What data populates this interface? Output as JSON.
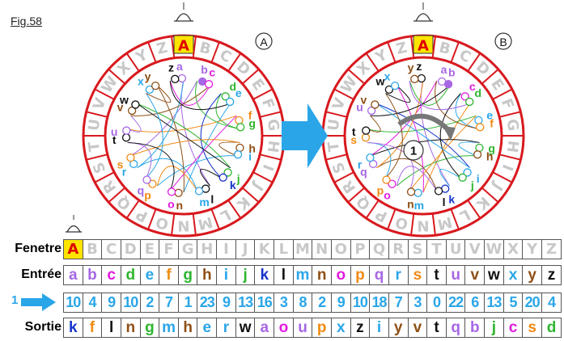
{
  "figure_label": "Fig.58",
  "wheels": [
    {
      "id": "A",
      "badge": "A",
      "top_letter": "A"
    },
    {
      "id": "B",
      "badge": "B",
      "top_letter": "A",
      "center_badge": "1"
    }
  ],
  "outer_ring": [
    "A",
    "B",
    "C",
    "D",
    "E",
    "F",
    "G",
    "H",
    "I",
    "J",
    "K",
    "L",
    "M",
    "N",
    "O",
    "P",
    "Q",
    "R",
    "S",
    "T",
    "U",
    "V",
    "W",
    "X",
    "Y",
    "Z"
  ],
  "inner_ring_A": [
    "a",
    "b",
    "c",
    "d",
    "e",
    "f",
    "g",
    "h",
    "i",
    "j",
    "k",
    "l",
    "m",
    "n",
    "o",
    "p",
    "q",
    "r",
    "s",
    "t",
    "u",
    "v",
    "w",
    "x",
    "y",
    "z"
  ],
  "inner_ring_B": [
    "z",
    "a",
    "b",
    "c",
    "d",
    "e",
    "f",
    "g",
    "h",
    "i",
    "j",
    "k",
    "l",
    "m",
    "n",
    "o",
    "p",
    "q",
    "r",
    "s",
    "t",
    "u",
    "v",
    "w",
    "x",
    "y"
  ],
  "rows": {
    "fenetre": {
      "label": "Fenetre",
      "cells": [
        "A",
        "B",
        "C",
        "D",
        "E",
        "F",
        "G",
        "H",
        "I",
        "J",
        "K",
        "L",
        "M",
        "N",
        "O",
        "P",
        "Q",
        "R",
        "S",
        "T",
        "U",
        "V",
        "W",
        "X",
        "Y",
        "Z"
      ]
    },
    "entree": {
      "label": "Entrée",
      "cells": [
        "a",
        "b",
        "c",
        "d",
        "e",
        "f",
        "g",
        "h",
        "i",
        "j",
        "k",
        "l",
        "m",
        "n",
        "o",
        "p",
        "q",
        "r",
        "s",
        "t",
        "u",
        "v",
        "w",
        "x",
        "y",
        "z"
      ]
    },
    "shift": {
      "label": "1",
      "cells": [
        "10",
        "4",
        "9",
        "10",
        "2",
        "7",
        "1",
        "23",
        "9",
        "13",
        "16",
        "3",
        "8",
        "2",
        "9",
        "10",
        "18",
        "7",
        "3",
        "0",
        "22",
        "6",
        "13",
        "5",
        "20",
        "4"
      ]
    },
    "sortie": {
      "label": "Sortie",
      "cells": [
        "k",
        "f",
        "l",
        "n",
        "g",
        "m",
        "h",
        "e",
        "r",
        "w",
        "a",
        "o",
        "u",
        "p",
        "x",
        "z",
        "i",
        "y",
        "v",
        "t",
        "q",
        "b",
        "j",
        "c",
        "s",
        "d"
      ]
    }
  },
  "colors": {
    "ring_red": "#d8191e",
    "letter_grey": "#c8c8c8",
    "highlight_yellow": "#ffe400",
    "arrow_blue": "#2aa6e8",
    "palette": [
      "#a767e5",
      "#a767e5",
      "#e21be0",
      "#2fb52f",
      "#2aa6e8",
      "#f08a12",
      "#2fb52f",
      "#8e4f16",
      "#2aa6e8",
      "#2fb52f",
      "#1733c8",
      "#111111",
      "#2aa6e8",
      "#8e4f16",
      "#e21be0",
      "#f08a12",
      "#a767e5",
      "#2aa6e8",
      "#f08a12",
      "#111111",
      "#a767e5",
      "#8e4f16",
      "#111111",
      "#2aa6e8",
      "#8e4f16",
      "#111111"
    ]
  }
}
